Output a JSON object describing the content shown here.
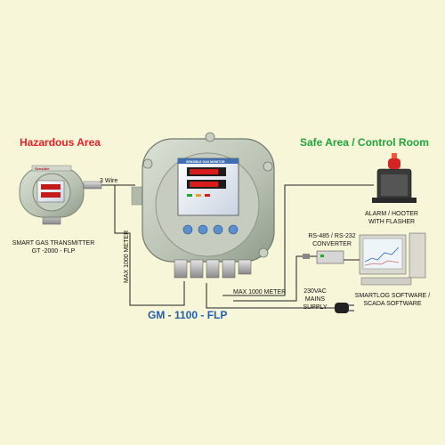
{
  "areas": {
    "hazardous": "Hazardous Area",
    "safe": "Safe Area / Control Room"
  },
  "transmitter": {
    "label_line1": "SMART GAS TRANSMITTER",
    "label_line2": "GT -2000 - FLP",
    "brand": "Sensible"
  },
  "wires": {
    "three_wire": "3 Wire",
    "max_vertical": "MAX 1000 METER",
    "max_horizontal": "MAX 1000 METER"
  },
  "controller": {
    "model": "GM - 1100 - FLP",
    "panel_header": "SENSIBLE GAS MONITOR"
  },
  "alarm": {
    "line1": "ALARM / HOOTER",
    "line2": "WITH FLASHER"
  },
  "converter": {
    "line1": "RS-485 / RS-232",
    "line2": "CONVERTER"
  },
  "computer": {
    "line1": "SMARTLOG SOFTWARE /",
    "line2": "SCADA SOFTWARE"
  },
  "supply": {
    "line1": "230VAC",
    "line2": "MAINS SUPPLY"
  },
  "colors": {
    "background": "#f7f6d9",
    "hazard_red": "#e8202a",
    "safe_green": "#22a33a",
    "model_blue": "#1f5fae",
    "enclosure": "#c3cbbd"
  }
}
